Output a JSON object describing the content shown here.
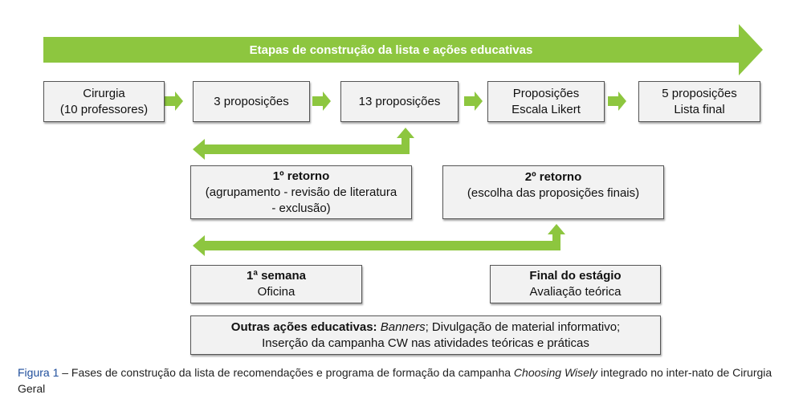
{
  "banner": {
    "title": "Etapas de construção da lista e ações educativas"
  },
  "steps": [
    {
      "line1": "Cirurgia",
      "line2": "(10 professores)"
    },
    {
      "line1": "3 proposições"
    },
    {
      "line1": "13 proposições"
    },
    {
      "line1": "Proposições",
      "line2": "Escala Likert"
    },
    {
      "line1": "5 proposições",
      "line2": "Lista final"
    }
  ],
  "retorno1": {
    "title": "1º retorno",
    "line1": "(agrupamento - revisão de literatura",
    "line2": "- exclusão)"
  },
  "retorno2": {
    "title": "2º retorno",
    "line1": "(escolha das proposições finais)"
  },
  "semana": {
    "title": "1ª semana",
    "line1": "Oficina"
  },
  "final": {
    "title": "Final do estágio",
    "line1": "Avaliação teórica"
  },
  "outras": {
    "title": "Outras ações educativas:",
    "italic": "Banners",
    "rest": "; Divulgação de material informativo;",
    "line2": "Inserção da campanha CW nas atividades teóricas e práticas"
  },
  "caption": {
    "figure": "Figura 1",
    "text1": " – Fases de construção da lista de recomendações e programa de formação da campanha ",
    "italic": "Choosing Wisely",
    "text2": " integrado no inter-nato de Cirurgia Geral"
  },
  "colors": {
    "green": "#8dc63f",
    "box": "#f2f2f2",
    "figure_label": "#1f4e9c"
  }
}
